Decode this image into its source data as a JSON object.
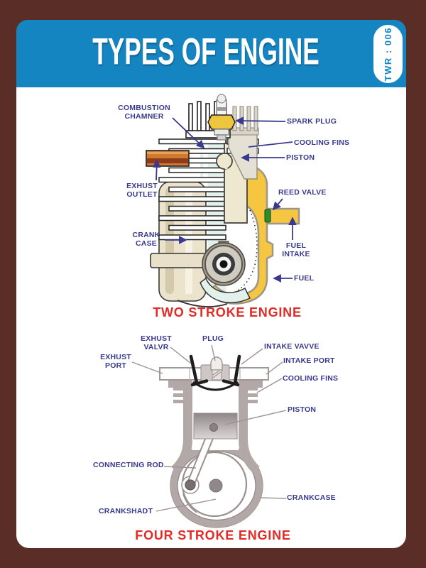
{
  "poster": {
    "header": {
      "title": "TYPES OF ENGINE",
      "badge": "TWR : 006"
    },
    "colors": {
      "background_maroon": "#5a2e27",
      "header_blue": "#1585c2",
      "label_navy": "#39398f",
      "caption_red": "#e12b26",
      "fuel_yellow": "#f6c640",
      "exhaust_orange": "#cd7a2c",
      "reed_green": "#2e8b2e",
      "engine_cream": "#ece3cd",
      "engine_taupe": "#b3a8a8"
    },
    "two_stroke": {
      "caption": "TWO STROKE ENGINE",
      "labels": {
        "combustion_chamner": "COMBUSTION\nCHAMNER",
        "spark_plug": "SPARK PLUG",
        "cooling_fins": "COOLING FINS",
        "piston": "PISTON",
        "exhust_outlet": "EXHUST\nOUTLET",
        "reed_valve": "REED VALVE",
        "crank_case": "CRANK\nCASE",
        "fuel_intake": "FUEL\nINTAKE",
        "fuel": "FUEL"
      }
    },
    "four_stroke": {
      "caption": "FOUR STROKE ENGINE",
      "labels": {
        "exhust_valvr": "EXHUST\nVALVR",
        "plug": "PLUG",
        "intake_vavve": "INTAKE VAVVE",
        "exhust_port": "EXHUST\nPORT",
        "intake_port": "INTAKE PORT",
        "cooling_fins": "COOLING FINS",
        "piston": "PISTON",
        "connecting_rod": "CONNECTING ROD",
        "crankcase": "CRANKCASE",
        "crankshadt": "CRANKSHADT"
      }
    }
  }
}
